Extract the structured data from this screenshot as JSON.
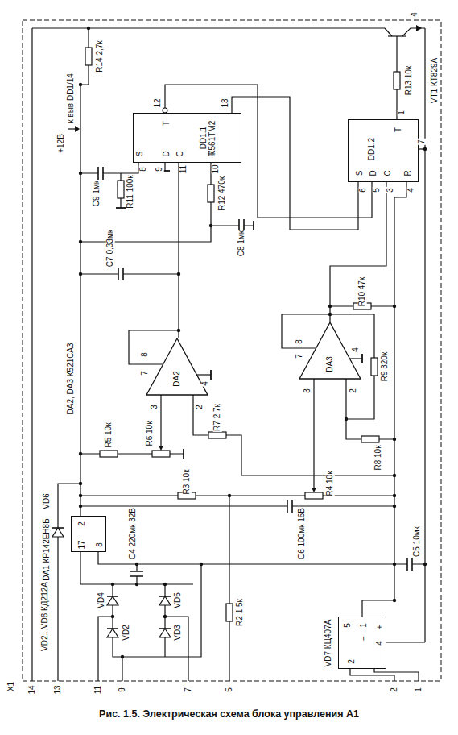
{
  "diagram": {
    "caption": "Рис. 1.5. Электрическая схема блока управления А1",
    "nodes": [
      {
        "text": [
          "DD1.1 К561ТМ2",
          "T",
          "S",
          "D",
          "C",
          "R"
        ]
      },
      {
        "text": [
          "DD1.2",
          "T",
          "S",
          "D",
          "C",
          "R"
        ]
      },
      {
        "text": [
          "2",
          "17",
          "8"
        ]
      },
      {
        "text": [
          "5",
          "1",
          "4",
          "2",
          "+",
          "−"
        ]
      }
    ],
    "labels": [
      "X1",
      "14",
      "13",
      "11",
      "9",
      "7",
      "5",
      "2",
      "1",
      "4",
      "VT1 КТ829А",
      "R13 10к",
      "R14 2,7к",
      "+12В",
      "к выв DD1/14",
      "12",
      "13",
      "8",
      "9",
      "11",
      "10",
      "C9 1мк",
      "R11 100к",
      "R12 470к",
      "C8 1мк",
      "1",
      "6",
      "5",
      "3",
      "4",
      "7",
      "C7 0,33мк",
      "R10 47к",
      "DA2, DA3 К521СА3",
      "DA2",
      "8",
      "7",
      "3",
      "2",
      "4",
      "DA3",
      "8",
      "7",
      "3",
      "2",
      "4",
      "R9 320к",
      "R5 10к",
      "R6 10к",
      "R7 2,7к",
      "R8 10к",
      "R3 10к",
      "R4 10к",
      "C6 100мк 16В",
      "VD6",
      "DA1 КР142ЕН8Б",
      "C4 220мк 32В",
      "VD2...VD6 КД212А",
      "VD4",
      "VD5",
      "VD2",
      "VD3",
      "R2 1,5к",
      "C5 10мк",
      "VD7 КЦ407А"
    ]
  }
}
